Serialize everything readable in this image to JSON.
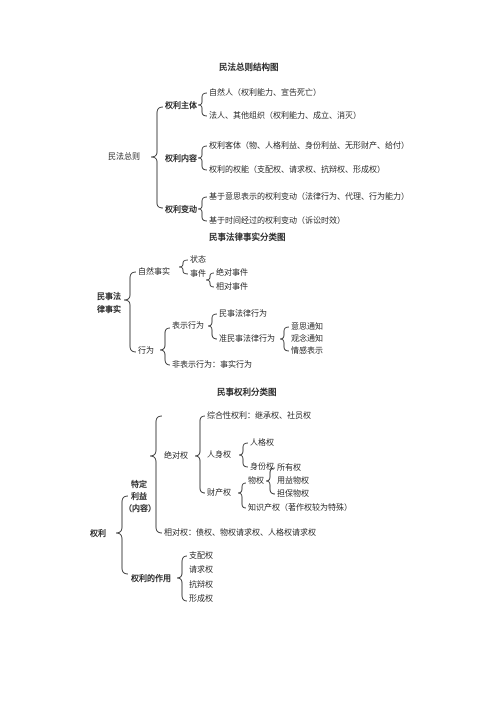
{
  "d1": {
    "title": "民法总则结构图",
    "root": "民法总则",
    "subject": {
      "label": "权利主体",
      "items": [
        "自然人（权利能力、宣告死亡）",
        "法人、其他组织（权利能力、成立、消灭）"
      ]
    },
    "content": {
      "label": "权利内容",
      "items": [
        "权利客体（物、人格利益、身份利益、无形财产、给付）",
        "权利的权能（支配权、请求权、抗辩权、形成权）"
      ]
    },
    "change": {
      "label": "权利变动",
      "items": [
        "基于意思表示的权利变动（法律行为、代理、行为能力）",
        "基于时间经过的权利变动（诉讼时效）"
      ]
    }
  },
  "d2": {
    "title": "民事法律事实分类图",
    "root_line1": "民事法",
    "root_line2": "律事实",
    "natural": "自然事实",
    "state": "状态",
    "event": "事件",
    "absolute_event": "绝对事件",
    "relative_event": "相对事件",
    "act": "行为",
    "expressive": "表示行为",
    "legal_act": "民事法律行为",
    "quasi_legal_act": "准民事法律行为",
    "intent_notice": "意思通知",
    "concept_notice": "观念通知",
    "emotion_expression": "情感表示",
    "non_expressive": "非表示行为：事实行为"
  },
  "d3": {
    "title": "民事权利分类图",
    "root": "权利",
    "interest_line1": "特定",
    "interest_line2": "利益",
    "interest_line3": "（内容）",
    "absolute": "绝对权",
    "comprehensive": "综合性权利：继承权、社员权",
    "personal": "人身权",
    "personality": "人格权",
    "identity": "身份权",
    "property": "财产权",
    "real": "物权",
    "ownership": "所有权",
    "usufruct": "用益物权",
    "security": "担保物权",
    "ip": "知识产权（著作权较为特殊）",
    "relative": "相对权：债权、物权请求权、人格权请求权",
    "function": "权利的作用",
    "dominion": "支配权",
    "claim": "请求权",
    "defense": "抗辩权",
    "formation": "形成权"
  }
}
